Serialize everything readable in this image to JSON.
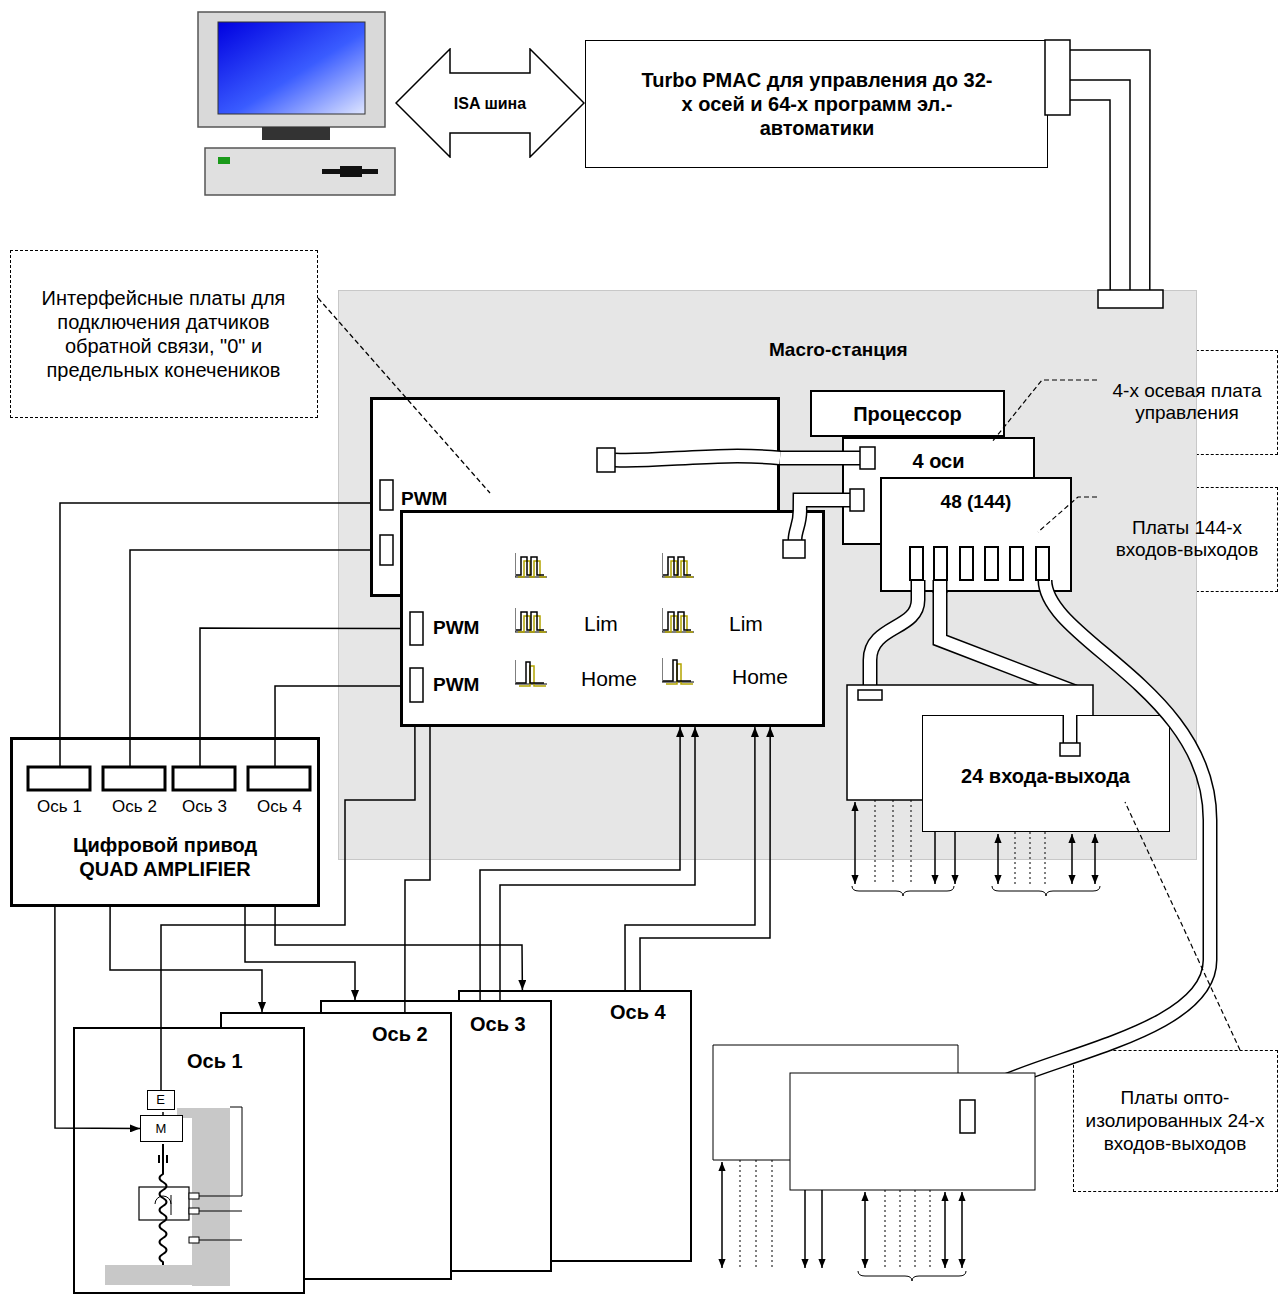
{
  "diagram": {
    "nodes": [
      {
        "text": [
          "Turbo PMAC для управления до 32-х осей и 64-х программ эл.-автоматики"
        ]
      },
      {
        "text": [
          "ISA шина"
        ]
      },
      {
        "text": [
          "Macro-станция"
        ]
      },
      {
        "text": [
          "PWM"
        ],
        "in": 2
      },
      {
        "text": [
          "PWM",
          "PWM",
          "Lim",
          "Lim",
          "Home",
          "Home"
        ],
        "in": 2
      },
      {
        "text": [
          "Процессор"
        ],
        "in": 2
      },
      {
        "text": [
          "4 оси"
        ],
        "in": 2
      },
      {
        "text": [
          "48 (144)"
        ],
        "in": 2
      },
      {
        "text": [
          "24 входа-выхода"
        ],
        "in": 2
      },
      {
        "text": [
          "Ось 1",
          "Ось 2",
          "Ось 3",
          "Ось 4",
          "Цифровой привод QUAD AMPLIFIER"
        ]
      },
      {
        "text": [
          "Ось 1"
        ]
      },
      {
        "text": [
          "Ось 2"
        ]
      },
      {
        "text": [
          "Ось 3"
        ]
      },
      {
        "text": [
          "Ось 4"
        ]
      },
      {
        "text": [
          "E"
        ],
        "in": 10
      },
      {
        "text": [
          "M"
        ],
        "in": 10
      },
      {
        "text": [
          "Интерфейсные платы для подключения датчиков обратной связи, \"0\" и предельных конечеников"
        ]
      },
      {
        "text": [
          "4-х осевая плата управления"
        ]
      },
      {
        "text": [
          "Платы 144-х входов-выходов"
        ]
      },
      {
        "text": [
          "Платы опто-изолированных 24-х входов-выходов"
        ]
      }
    ],
    "edges": [
      {
        "from": 0,
        "to": 2,
        "arrow": "none"
      },
      {
        "from": 6,
        "to": 3,
        "arrow": "none"
      },
      {
        "from": 6,
        "to": 4,
        "arrow": "none"
      },
      {
        "from": 7,
        "to": 8,
        "arrow": "none"
      },
      {
        "from": 3,
        "to": 9,
        "arrow": "none"
      },
      {
        "from": 3,
        "to": 9,
        "arrow": "none"
      },
      {
        "from": 4,
        "to": 9,
        "arrow": "none"
      },
      {
        "from": 4,
        "to": 9,
        "arrow": "none"
      },
      {
        "from": 9,
        "to": 15,
        "arrow": "to"
      },
      {
        "from": 9,
        "to": 11,
        "arrow": "to"
      },
      {
        "from": 9,
        "to": 12,
        "arrow": "to"
      },
      {
        "from": 9,
        "to": 13,
        "arrow": "to"
      },
      {
        "from": 14,
        "to": 4,
        "arrow": "none"
      },
      {
        "from": 11,
        "to": 4,
        "arrow": "none"
      },
      {
        "from": 12,
        "to": 4,
        "arrow": "to"
      },
      {
        "from": 13,
        "to": 4,
        "arrow": "to"
      }
    ]
  }
}
